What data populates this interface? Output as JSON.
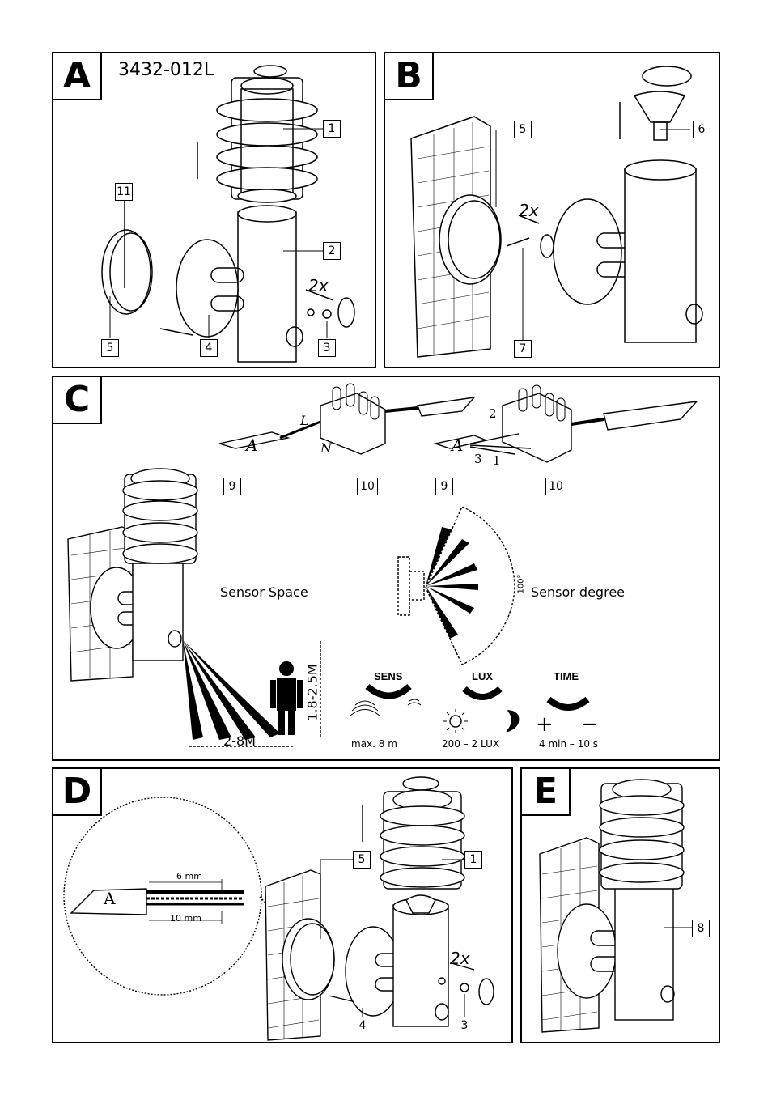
{
  "panels": [
    {
      "letter": "A"
    },
    {
      "letter": "B"
    },
    {
      "letter": "C"
    },
    {
      "letter": "D"
    },
    {
      "letter": "E"
    }
  ],
  "model_number": "3432-012L",
  "callouts": {
    "a1": "1",
    "a2": "2",
    "a3": "3",
    "a4": "4",
    "a5": "5",
    "a11": "11",
    "b5": "5",
    "b6": "6",
    "b7": "7",
    "c9a": "9",
    "c10a": "10",
    "c9b": "9",
    "c10b": "10",
    "d1": "1",
    "d3": "3",
    "d4": "4",
    "d5": "5",
    "e8": "8"
  },
  "multipliers": {
    "a": "2x",
    "b": "2x",
    "d": "2x"
  },
  "wire_labels": {
    "L": "L",
    "N": "N",
    "one": "1",
    "two": "2",
    "three": "3",
    "A1": "A",
    "A2": "A",
    "A3": "A"
  },
  "sensor": {
    "space_label": "Sensor Space",
    "degree_label": "Sensor degree",
    "angle": "100°",
    "height": "1.8-2.5M",
    "range": "2-8M"
  },
  "controls": [
    {
      "title": "SENS",
      "caption": "max. 8 m"
    },
    {
      "title": "LUX",
      "caption": "200 – 2 LUX"
    },
    {
      "title": "TIME",
      "caption": "4 min – 10 s"
    }
  ],
  "time_signs": {
    "plus": "+",
    "minus": "−"
  },
  "strip": {
    "len6": "6 mm",
    "len10": "10 mm"
  }
}
